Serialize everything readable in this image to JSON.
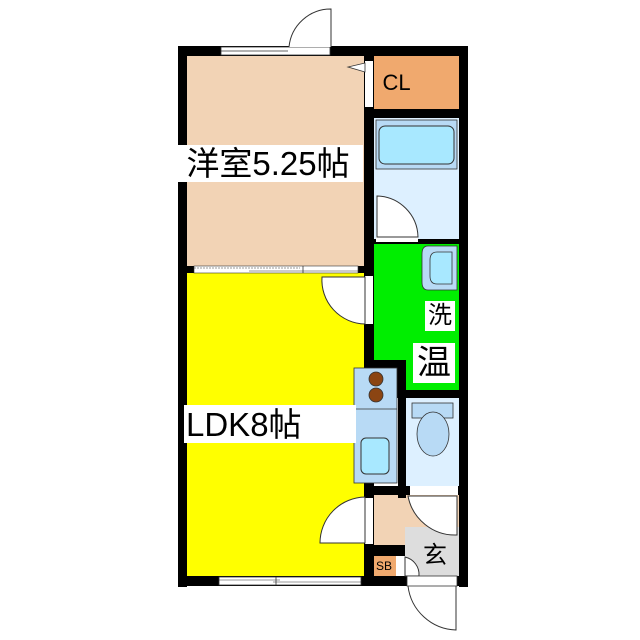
{
  "floor_plan": {
    "rooms": [
      {
        "id": "western-room",
        "label": "洋室5.25帖",
        "color": "#F2D3B5"
      },
      {
        "id": "ldk",
        "label": "LDK8帖",
        "color": "#FFFF00"
      },
      {
        "id": "closet",
        "label": "CL",
        "color": "#F0A96E"
      },
      {
        "id": "bathroom",
        "label": "",
        "color": "#DDF0FF"
      },
      {
        "id": "washroom",
        "label_1": "洗",
        "label_2": "温",
        "color": "#00EE00"
      },
      {
        "id": "toilet",
        "label": "",
        "color": "#DDF0FF"
      },
      {
        "id": "entrance",
        "label": "玄",
        "color": "#DDDDDD"
      },
      {
        "id": "shoe-box",
        "label": "SB",
        "color": "#F0A96E"
      }
    ],
    "colors": {
      "wall": "#000000",
      "fixture": "#B8DAF5",
      "fixture_inner": "#A8E8FF",
      "burner": "#8B4513",
      "hall": "#F2D3B5"
    }
  }
}
